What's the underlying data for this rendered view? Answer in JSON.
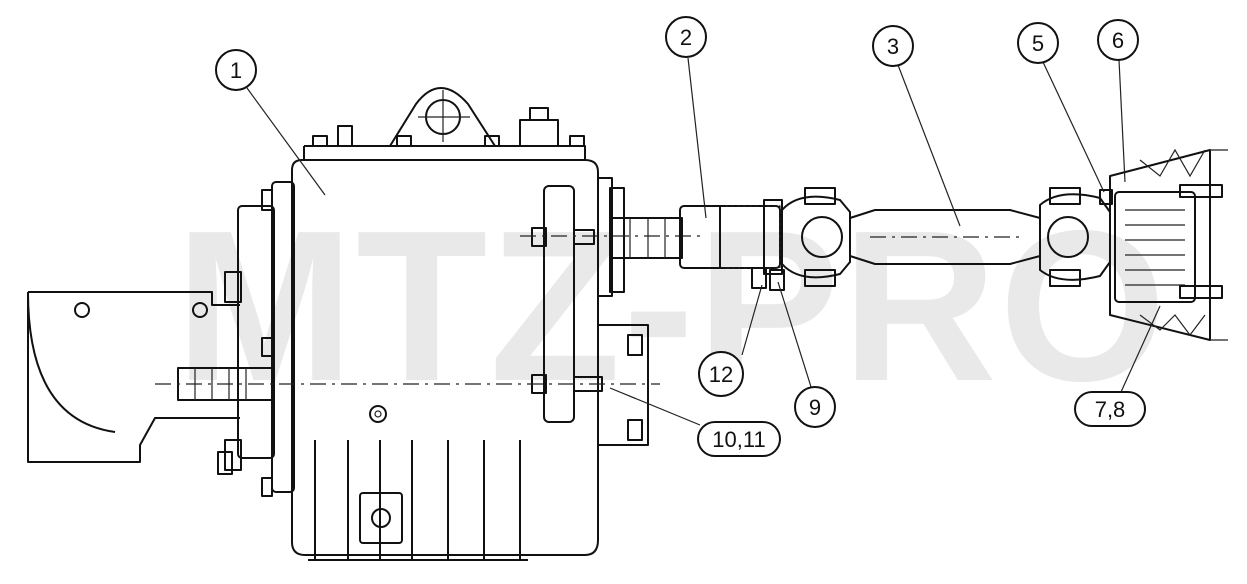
{
  "watermark": "MTZ-PRO",
  "callouts": [
    {
      "id": "c1",
      "label": "1"
    },
    {
      "id": "c2",
      "label": "2"
    },
    {
      "id": "c3",
      "label": "3"
    },
    {
      "id": "c5",
      "label": "5"
    },
    {
      "id": "c6",
      "label": "6"
    },
    {
      "id": "c12",
      "label": "12"
    },
    {
      "id": "c9",
      "label": "9"
    },
    {
      "id": "c10",
      "label": "10,11"
    },
    {
      "id": "c78",
      "label": "7,8"
    }
  ]
}
